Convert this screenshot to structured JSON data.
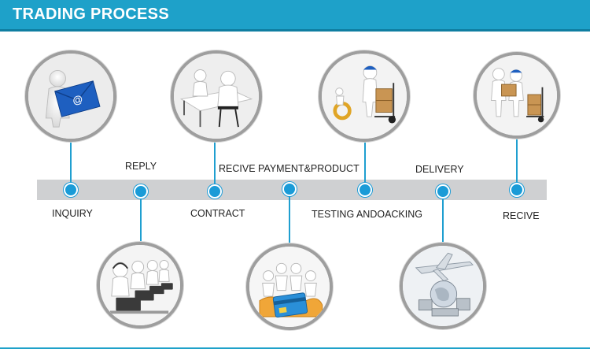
{
  "header": {
    "title": "TRADING PROCESS",
    "accent_color": "#1ea1c9"
  },
  "timeline": {
    "bar_color": "#cfd0d2",
    "dot_color": "#1a9bd7",
    "steps": [
      {
        "label": "INQUIRY",
        "label_side": "below",
        "image_side": "above",
        "icon": "email-envelope-person-icon"
      },
      {
        "label": "REPLY",
        "label_side": "above",
        "image_side": "below",
        "icon": "call-center-operators-icon"
      },
      {
        "label": "CONTRACT",
        "label_side": "below",
        "image_side": "above",
        "icon": "meeting-table-icon"
      },
      {
        "label": "RECIVE PAYMENT&PRODUCT",
        "label_side": "above",
        "image_side": "below",
        "icon": "payment-card-celebration-icon"
      },
      {
        "label": "TESTING ANDOACKING",
        "label_side": "below",
        "image_side": "above",
        "icon": "worker-hand-truck-tape-icon"
      },
      {
        "label": "DELIVERY",
        "label_side": "above",
        "image_side": "below",
        "icon": "airplane-globe-cargo-icon"
      },
      {
        "label": "RECIVE",
        "label_side": "below",
        "image_side": "above",
        "icon": "courier-package-handover-icon"
      }
    ]
  },
  "circle_item_labels": {
    "envelope_symbol": "@"
  }
}
